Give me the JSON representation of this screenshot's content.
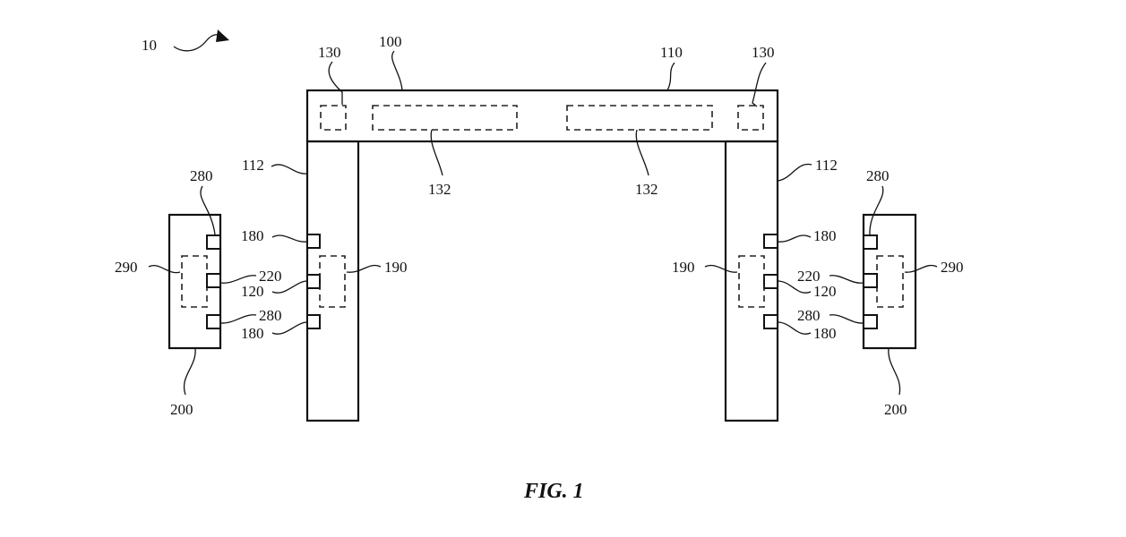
{
  "figure": {
    "caption": "FIG. 1",
    "labels": {
      "system": "10",
      "device": "100",
      "top_band": "110",
      "leg_left": "112",
      "leg_right": "112",
      "sensor_top_left": "130",
      "sensor_top_right": "130",
      "module_left": "132",
      "module_right": "132",
      "left": {
        "contact_top_device": "180",
        "contact_mid_device": "120",
        "contact_bot_device": "180",
        "circuit_device": "190",
        "accessory": "200",
        "accessory_contact_top": "280",
        "accessory_contact_mid": "220",
        "accessory_contact_bot": "280",
        "accessory_circuit": "290"
      },
      "right": {
        "contact_top_device": "180",
        "contact_mid_device": "120",
        "contact_bot_device": "180",
        "circuit_device": "190",
        "accessory": "200",
        "accessory_contact_top": "280",
        "accessory_contact_mid": "220",
        "accessory_contact_bot": "280",
        "accessory_circuit": "290"
      }
    }
  }
}
